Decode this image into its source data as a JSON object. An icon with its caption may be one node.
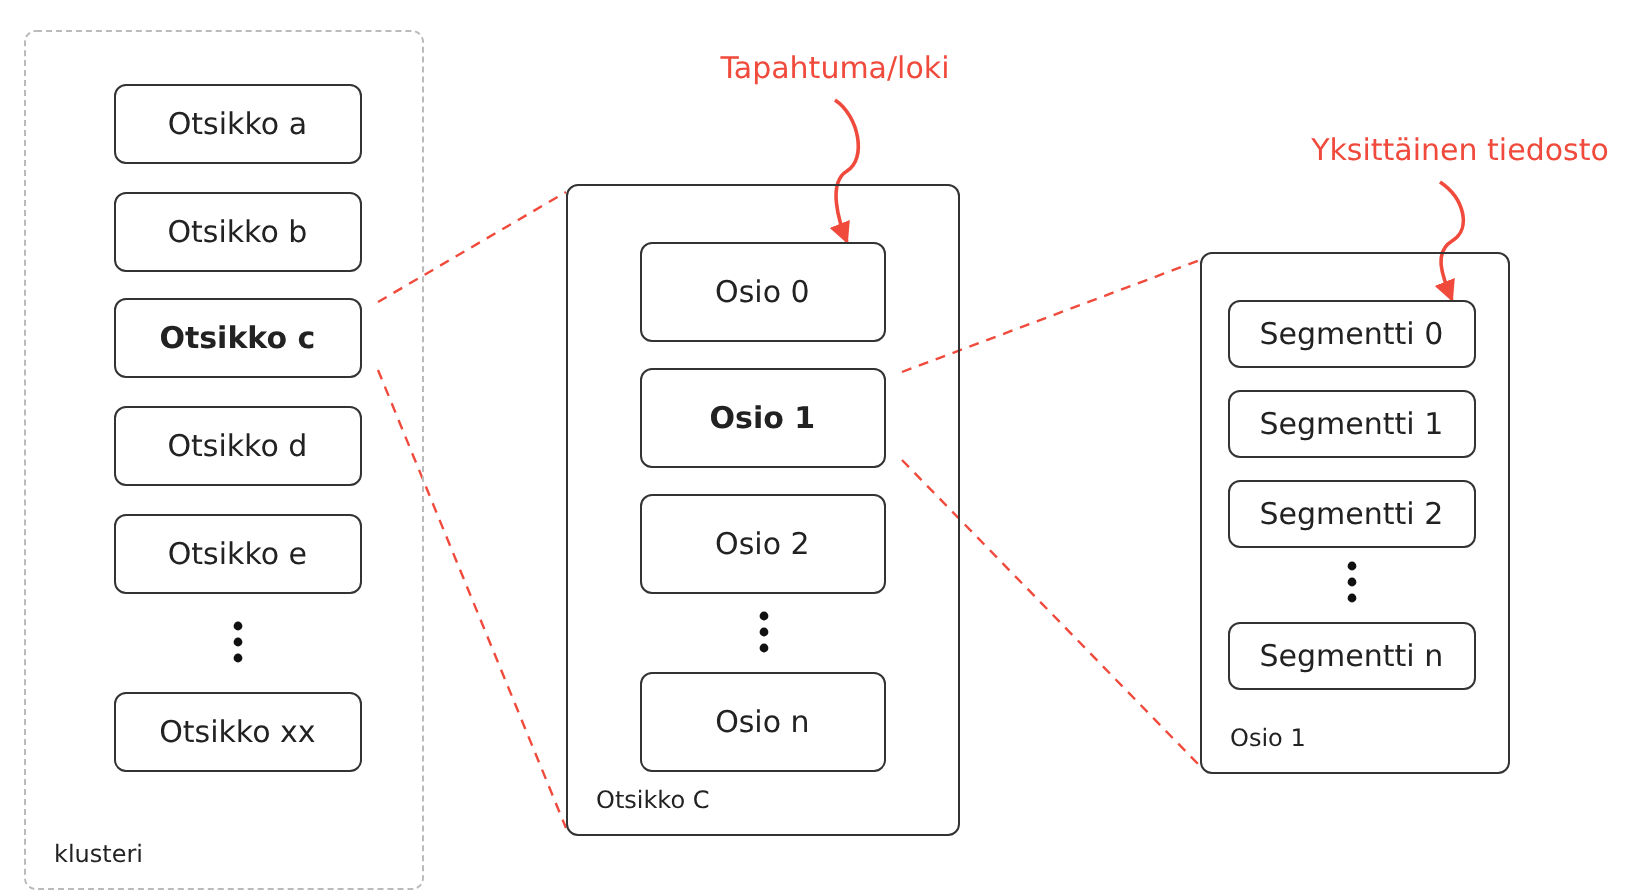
{
  "diagram": {
    "nodes": [
      {
        "text": [
          "klusteri"
        ]
      },
      {
        "text": [
          "Otsikko a"
        ],
        "in": 0
      },
      {
        "text": [
          "Otsikko b"
        ],
        "in": 0
      },
      {
        "text": [
          "Otsikko c"
        ],
        "in": 0
      },
      {
        "text": [
          "Otsikko d"
        ],
        "in": 0
      },
      {
        "text": [
          "Otsikko e"
        ],
        "in": 0
      },
      {
        "text": [
          "Otsikko xx"
        ],
        "in": 0
      },
      {
        "text": [
          "Otsikko C"
        ]
      },
      {
        "text": [
          "Osio 0"
        ],
        "in": 7
      },
      {
        "text": [
          "Osio 1"
        ],
        "in": 7
      },
      {
        "text": [
          "Osio 2"
        ],
        "in": 7
      },
      {
        "text": [
          "Osio n"
        ],
        "in": 7
      },
      {
        "text": [
          "Osio 1"
        ]
      },
      {
        "text": [
          "Segmentti 0"
        ],
        "in": 12
      },
      {
        "text": [
          "Segmentti 1"
        ],
        "in": 12
      },
      {
        "text": [
          "Segmentti 2"
        ],
        "in": 12
      },
      {
        "text": [
          "Segmentti n"
        ],
        "in": 12
      },
      {
        "text": [
          "Tapahtuma/loki"
        ]
      },
      {
        "text": [
          "Yksittäinen tiedosto"
        ]
      }
    ],
    "edges": [
      {
        "from": 3,
        "to": 7,
        "arrow": "none",
        "style": "dashed",
        "color": "#f04a3c"
      },
      {
        "from": 3,
        "to": 7,
        "arrow": "none",
        "style": "dashed",
        "color": "#f04a3c"
      },
      {
        "from": 9,
        "to": 12,
        "arrow": "none",
        "style": "dashed",
        "color": "#f04a3c"
      },
      {
        "from": 9,
        "to": 12,
        "arrow": "none",
        "style": "dashed",
        "color": "#f04a3c"
      },
      {
        "from": 17,
        "to": 8,
        "arrow": "to",
        "color": "#f04a3c"
      },
      {
        "from": 18,
        "to": 13,
        "arrow": "to",
        "color": "#f04a3c"
      }
    ]
  }
}
